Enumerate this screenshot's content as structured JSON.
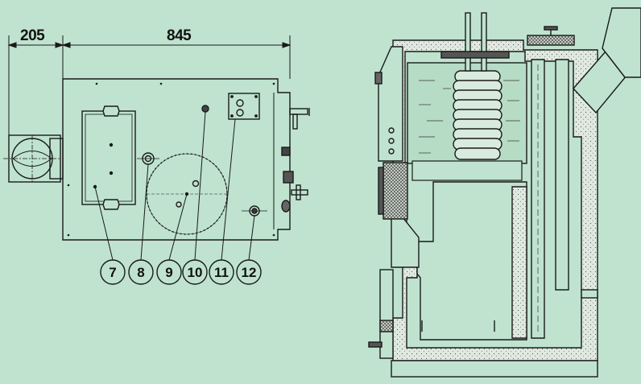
{
  "dimensions": {
    "left": "205",
    "right": "845"
  },
  "callouts": [
    "7",
    "8",
    "9",
    "10",
    "11",
    "12"
  ],
  "colors": {
    "background": "#bfe3cf",
    "line": "#1a1a1a",
    "insulation": "#d9e6dc",
    "water": "#b9dcc8"
  }
}
